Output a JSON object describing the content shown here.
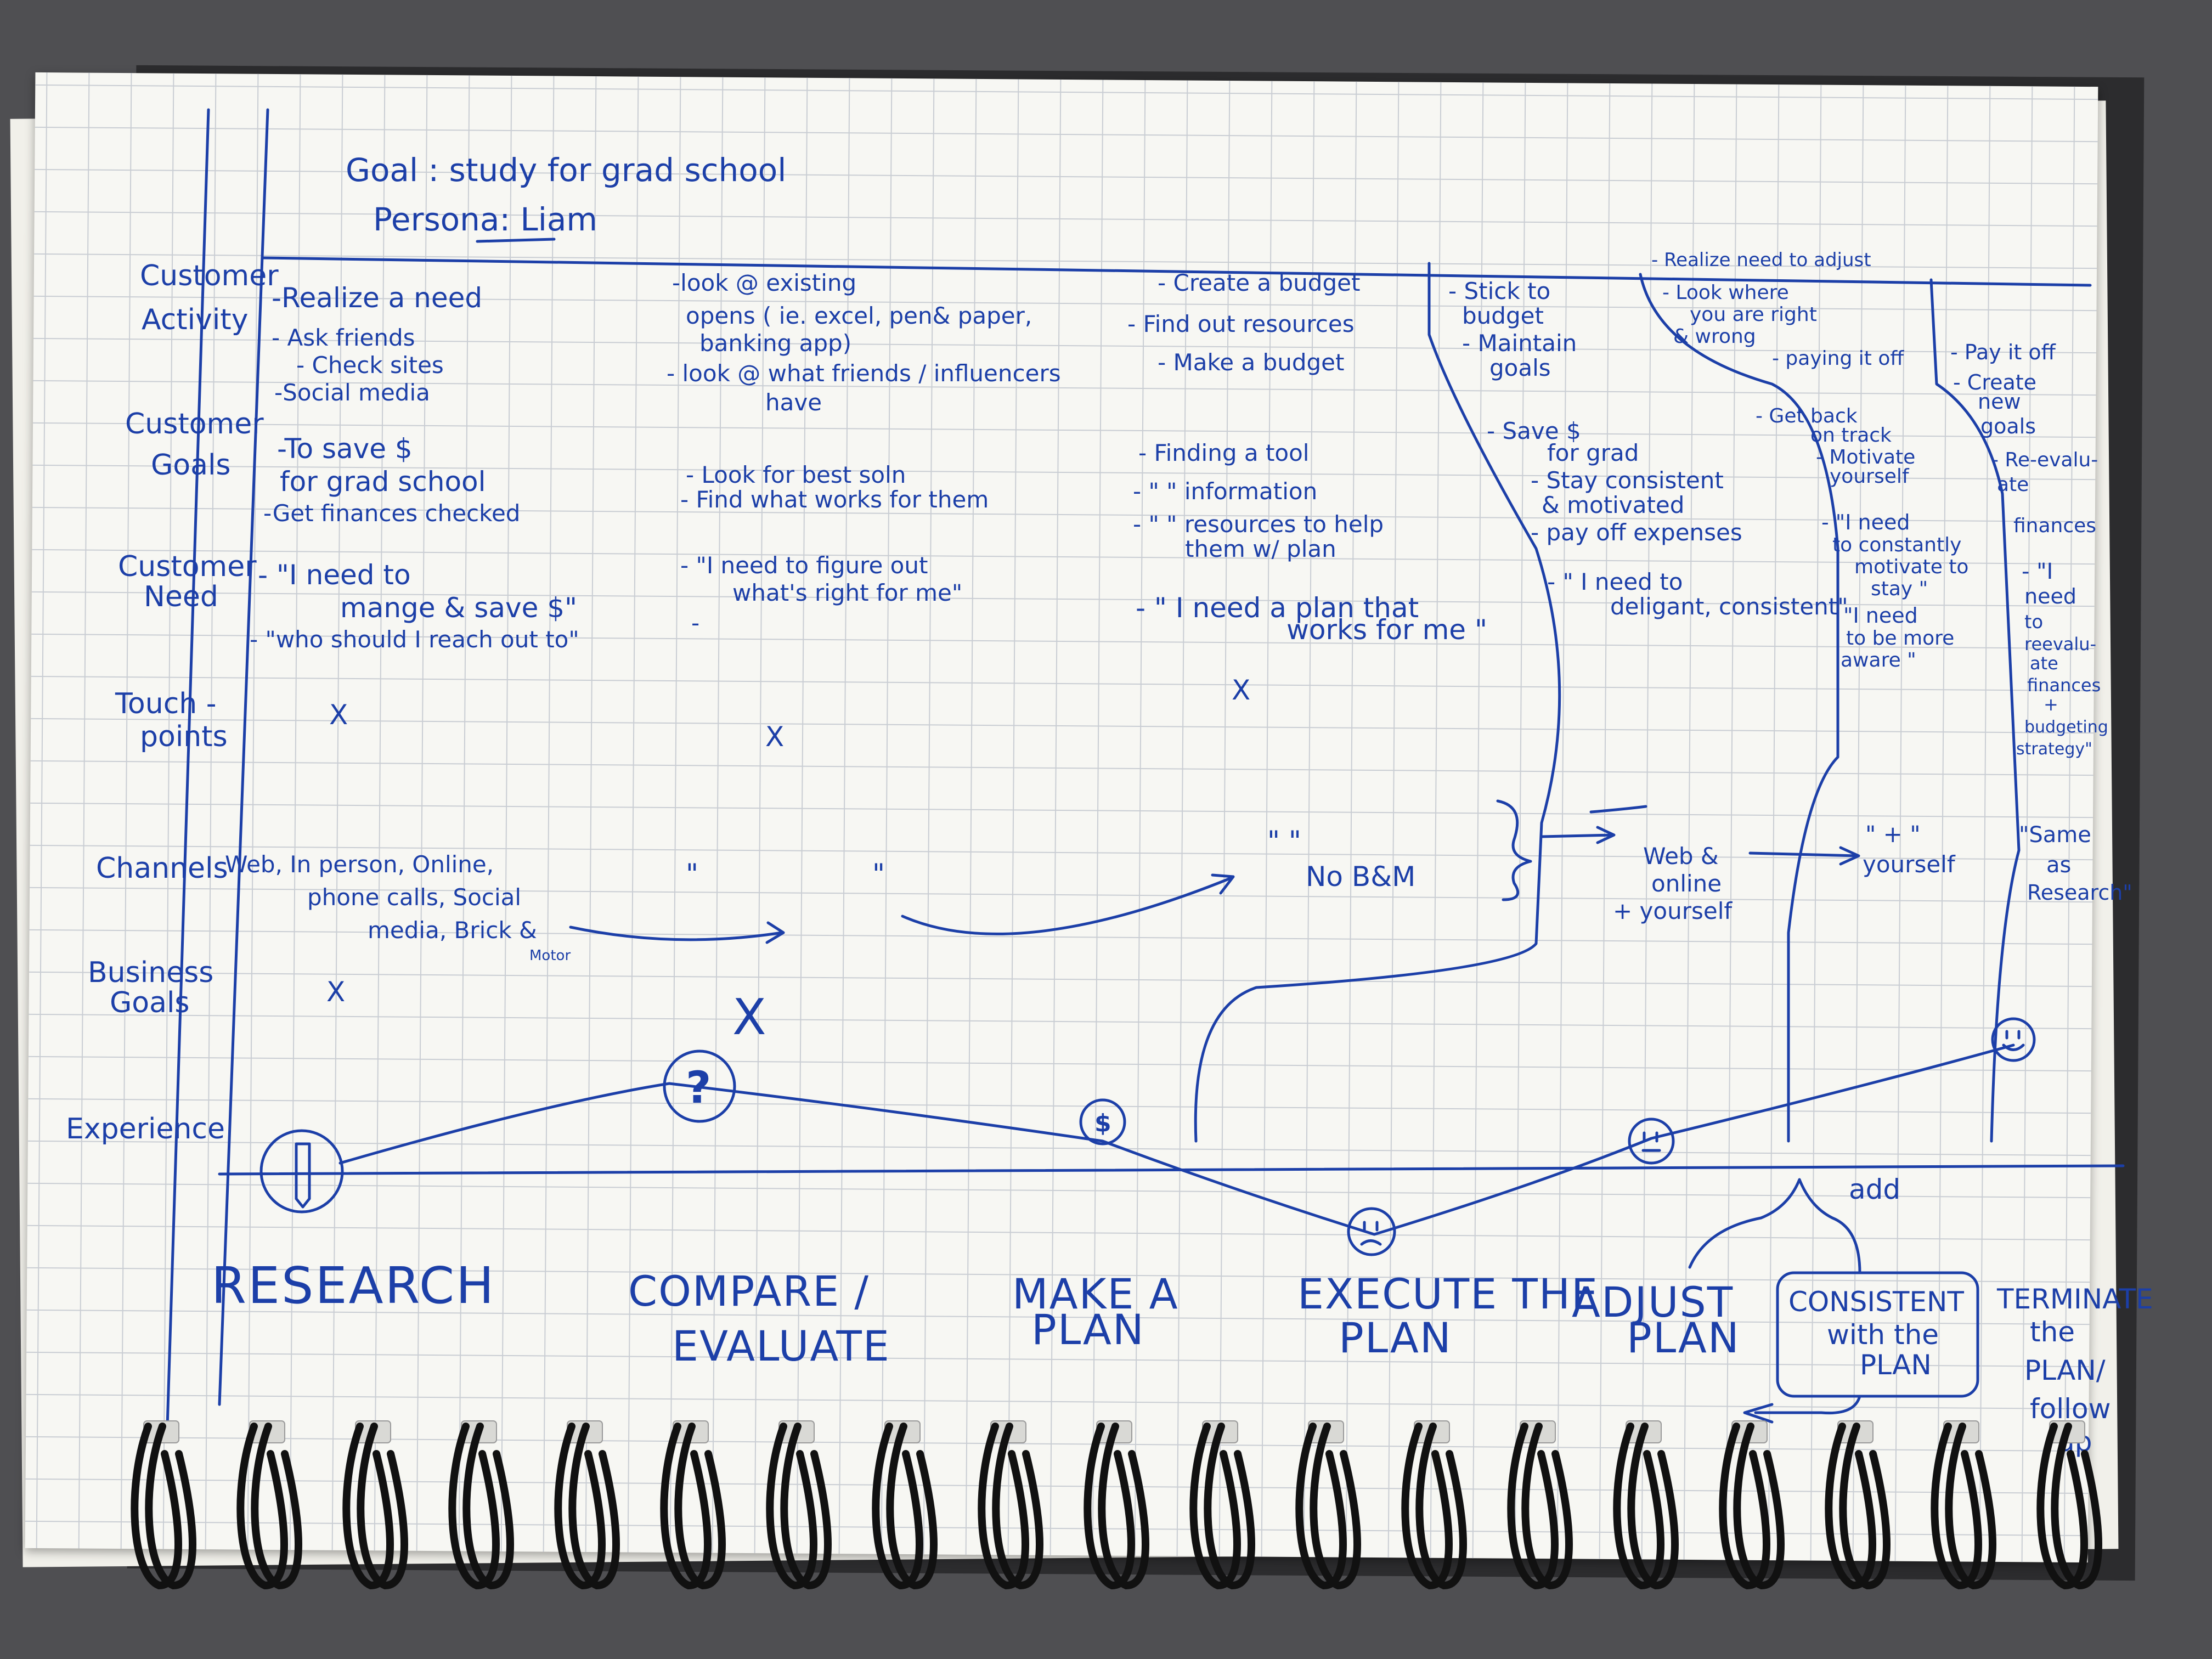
{
  "header": {
    "goal": "Goal : study for grad school",
    "persona": "Persona: Liam"
  },
  "row_labels": {
    "customer_activity": [
      "Customer",
      "Activity"
    ],
    "customer_goals": [
      "Customer",
      "Goals"
    ],
    "customer_need": [
      "Customer",
      "Need"
    ],
    "touch_points": [
      "Touch -",
      "points"
    ],
    "channels": [
      "Channels"
    ],
    "business_goals": [
      "Business",
      "Goals"
    ],
    "experience": [
      "Experience"
    ]
  },
  "research": {
    "activity": [
      "-Realize a need",
      "- Ask friends",
      "- Check sites",
      "-Social media"
    ],
    "goals": [
      "-To save $",
      "for grad school",
      "-Get finances checked"
    ],
    "need": [
      "- \"I need to",
      "mange & save $\"",
      "- \"who should I reach out to\""
    ],
    "touch": "X",
    "channels": [
      "Web, In person, Online,",
      "phone calls, Social",
      "media, Brick &",
      "Motor"
    ],
    "business": "X"
  },
  "compare": {
    "activity": [
      "-look @ existing",
      "opens ( ie. excel, pen& paper,",
      "banking app)",
      "- look @ what friends / influencers",
      "have"
    ],
    "goals": [
      "- Look for best soln",
      "- Find what works for them"
    ],
    "need": [
      "- \"I need to figure out",
      "what's right for me\"",
      "-"
    ],
    "touch": "X",
    "channels": "\"",
    "business": "X"
  },
  "plan": {
    "activity": [
      "- Create a budget",
      "- Find out resources",
      "- Make a budget"
    ],
    "goals": [
      "- Finding a tool",
      "- \"   \" information",
      "- \"   \" resources to help",
      "them w/ plan"
    ],
    "need": [
      "- \" I need a plan that",
      "works for me \""
    ],
    "touch": "X",
    "channels_mid": "\"",
    "channels": [
      "\"   \"",
      "No B&M"
    ]
  },
  "execute": {
    "activity": [
      "- Stick to",
      "budget",
      "- Maintain",
      "goals"
    ],
    "goals": [
      "- Save $",
      "for grad",
      "- Stay consistent",
      "& motivated",
      "- pay off expenses"
    ],
    "need": [
      "- \" I need to",
      "deligant, consistent\""
    ],
    "channels": [
      "Web &",
      "online",
      "+ yourself"
    ]
  },
  "adjust": {
    "activity_top": "- Realize need to adjust",
    "activity": [
      "- Look where",
      "you are right",
      "& wrong",
      "- paying it off"
    ],
    "goals": [
      "- Get back",
      "on track",
      "- Motivate",
      "yourself"
    ],
    "need": [
      "- \"I need",
      "to constantly",
      "motivate to",
      "stay \"",
      "\"I need",
      "to be more",
      "aware \""
    ],
    "channels": [
      "\" + \"",
      "yourself"
    ]
  },
  "terminate": {
    "activity": [
      "- Pay it off",
      "- Create",
      "new",
      "goals",
      "- Re-evalu-",
      "ate",
      "finances"
    ],
    "need": [
      "- \"I",
      "need",
      "to",
      "reevalu-",
      "ate",
      "finances",
      "+",
      "budgeting",
      "strategy\""
    ],
    "channels": [
      "\"Same",
      "as",
      "Research\""
    ]
  },
  "emotions": {
    "research": "pencil-icon",
    "compare": "question-icon",
    "plan": "dollar-icon",
    "execute": "sad-face-icon",
    "adjust": "neutral-face-icon",
    "terminate": "happy-face-icon",
    "compare_glyph": "?",
    "plan_glyph": "$"
  },
  "stages": {
    "research": "RESEARCH",
    "compare": [
      "COMPARE /",
      "EVALUATE"
    ],
    "plan": [
      "MAKE A",
      "PLAN"
    ],
    "execute": [
      "EXECUTE THE",
      "PLAN"
    ],
    "adjust": [
      "ADJUST",
      "PLAN"
    ],
    "consistent": [
      "CONSISTENT",
      "with the",
      "PLAN"
    ],
    "terminate": [
      "TERMINATE",
      "the",
      "PLAN/",
      "follow",
      "up"
    ],
    "add_note": "add"
  },
  "colors": {
    "ink": "#1c3fa8",
    "paper": "#f7f7f3",
    "grid": "#c9cdd3",
    "desk": "#4f4f52",
    "binding": "#111111"
  }
}
